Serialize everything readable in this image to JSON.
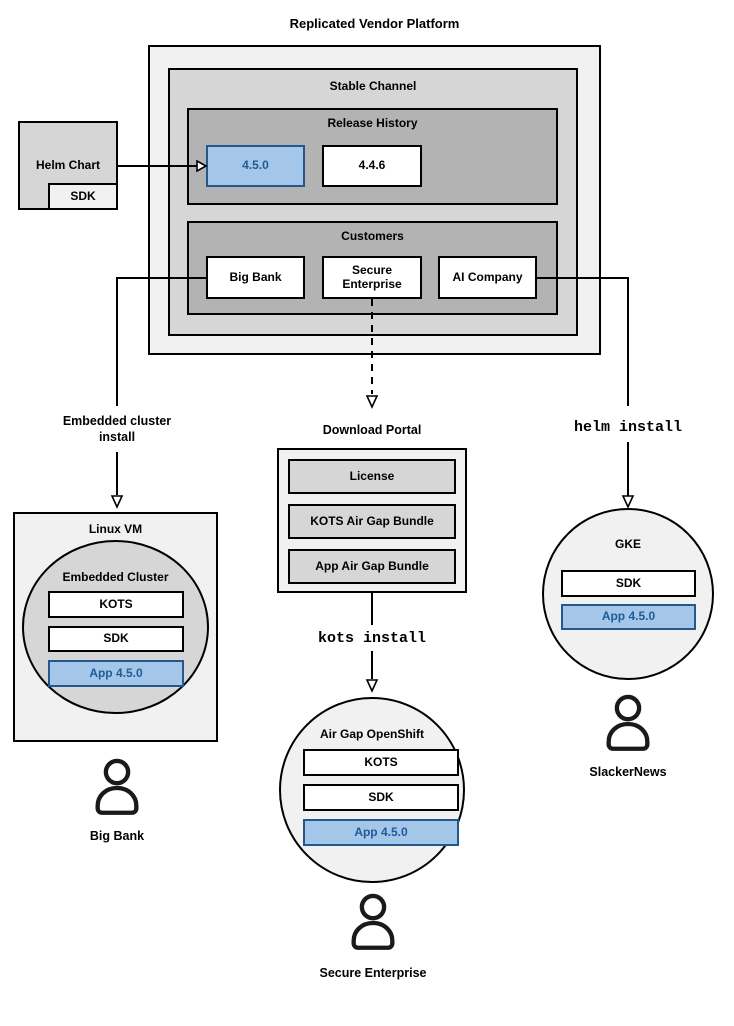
{
  "title": "Replicated Vendor Platform",
  "platform": {
    "stable_channel": {
      "label": "Stable Channel"
    },
    "release_history": {
      "label": "Release History",
      "releases": [
        "4.5.0",
        "4.4.6"
      ],
      "highlighted_release": "4.5.0"
    },
    "customers": {
      "label": "Customers",
      "items": [
        "Big Bank",
        "Secure Enterprise",
        "AI Company"
      ]
    }
  },
  "helm_chart": {
    "label": "Helm Chart",
    "sdk": "SDK"
  },
  "connectors": {
    "embedded_install": "Embedded cluster install",
    "helm_install": "helm install",
    "kots_install": "kots install"
  },
  "download_portal": {
    "title": "Download Portal",
    "items": [
      "License",
      "KOTS Air Gap Bundle",
      "App Air Gap Bundle"
    ]
  },
  "linux_vm": {
    "title": "Linux VM",
    "embedded_cluster": {
      "title": "Embedded Cluster",
      "components": [
        "KOTS",
        "SDK",
        "App 4.5.0"
      ]
    },
    "user": "Big Bank"
  },
  "air_gap_openshift": {
    "title": "Air Gap OpenShift",
    "components": [
      "KOTS",
      "SDK",
      "App 4.5.0"
    ],
    "user": "Secure Enterprise"
  },
  "gke": {
    "title": "GKE",
    "components": [
      "SDK",
      "App 4.5.0"
    ],
    "user": "SlackerNews"
  },
  "colors": {
    "highlight_fill": "#a4c6e8",
    "highlight_border": "#24588c",
    "highlight_text": "#1d5c99",
    "light_gray": "#f1f1f1",
    "mid_gray": "#d6d6d6",
    "dark_gray": "#b3b3b3"
  }
}
